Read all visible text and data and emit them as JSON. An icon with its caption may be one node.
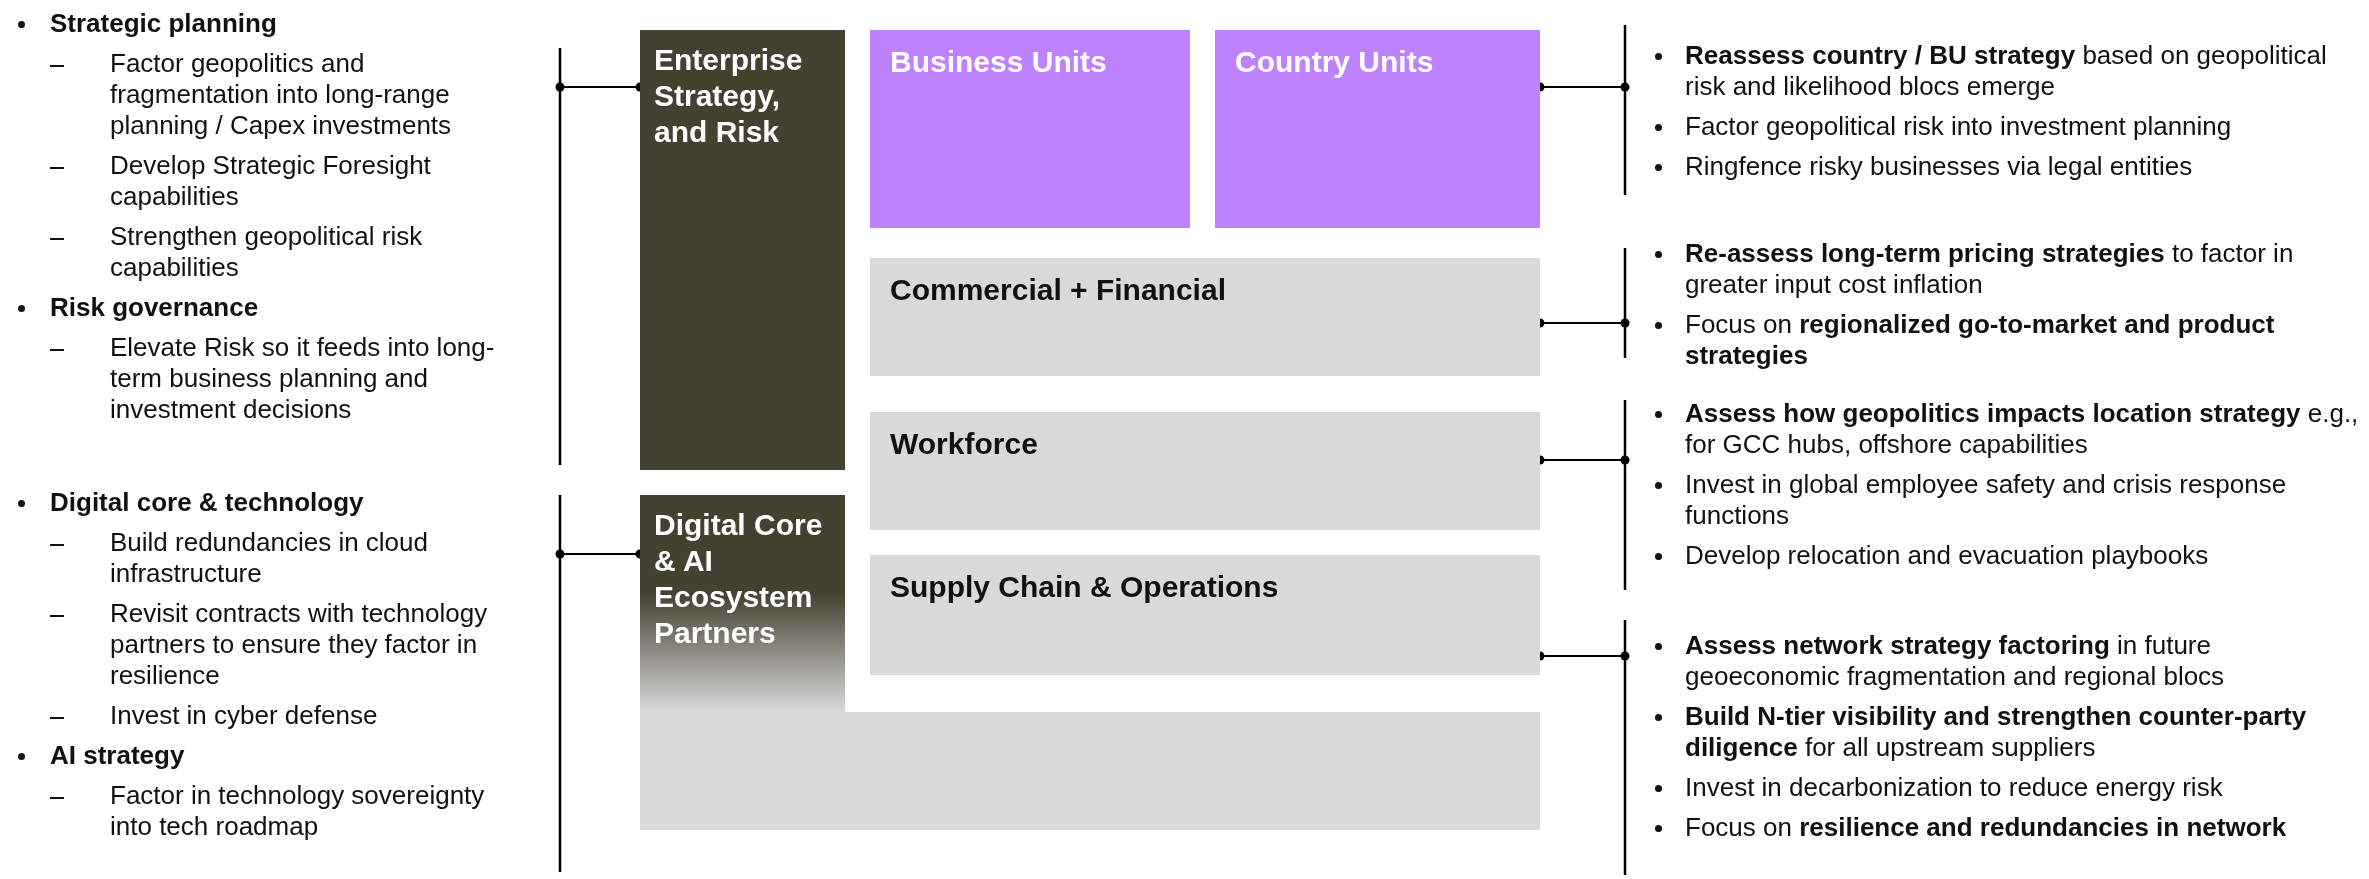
{
  "diagram": {
    "nodes": [
      {
        "text": [
          "**Strategic planning**",
          "Factor geopolitics and fragmentation into long-range planning / Capex investments",
          "Develop Strategic Foresight capabilities",
          "Strengthen geopolitical risk capabilities",
          "**Risk governance**",
          "Elevate Risk so it feeds into long-term business planning and investment decisions"
        ]
      },
      {
        "text": [
          "**Digital core & technology**",
          "Build redundancies in cloud infrastructure",
          "Revisit contracts with technology partners to ensure they factor in resilience",
          "Invest in cyber defense",
          "**AI strategy**",
          "Factor in technology sovereignty into tech roadmap"
        ]
      },
      {
        "text": [
          "Enterprise Strategy, and Risk"
        ]
      },
      {
        "text": [
          "Business Units"
        ]
      },
      {
        "text": [
          "Country Units"
        ]
      },
      {
        "text": [
          "Commercial + Financial"
        ]
      },
      {
        "text": [
          "Workforce"
        ]
      },
      {
        "text": [
          "Supply Chain & Operations"
        ]
      },
      {
        "text": [
          "Digital Core & AI Ecosystem Partners"
        ]
      },
      {
        "text": [
          "**Reassess country / BU strategy** based on geopolitical risk and likelihood blocs emerge",
          "Factor geopolitical risk into investment planning",
          "Ringfence risky businesses via legal entities"
        ]
      },
      {
        "text": [
          "**Re-assess long-term pricing strategies** to factor in greater input cost inflation",
          "Focus on **regionalized go-to-market and product strategies**"
        ]
      },
      {
        "text": [
          "**Assess how geopolitics impacts location strategy** e.g., for GCC hubs, offshore capabilities",
          "Invest in global employee safety and crisis response functions",
          "Develop relocation and evacuation playbooks"
        ]
      },
      {
        "text": [
          "**Assess network strategy factoring** in future geoeconomic fragmentation and regional blocs",
          "**Build N-tier visibility and strengthen counter-party diligence** for all upstream suppliers",
          "Invest in decarbonization to reduce energy risk",
          "Focus on **resilience and redundancies in network**"
        ]
      },
      {
        "text": [],
        "shape": "bar"
      }
    ],
    "edges": [
      {
        "from": 0,
        "to": 2,
        "arrow": "other"
      },
      {
        "from": 1,
        "to": 8,
        "arrow": "other"
      },
      {
        "from": 4,
        "to": 9,
        "arrow": "other"
      },
      {
        "from": 5,
        "to": 10,
        "arrow": "other"
      },
      {
        "from": 6,
        "to": 11,
        "arrow": "other"
      },
      {
        "from": 7,
        "to": 12,
        "arrow": "other"
      }
    ]
  }
}
